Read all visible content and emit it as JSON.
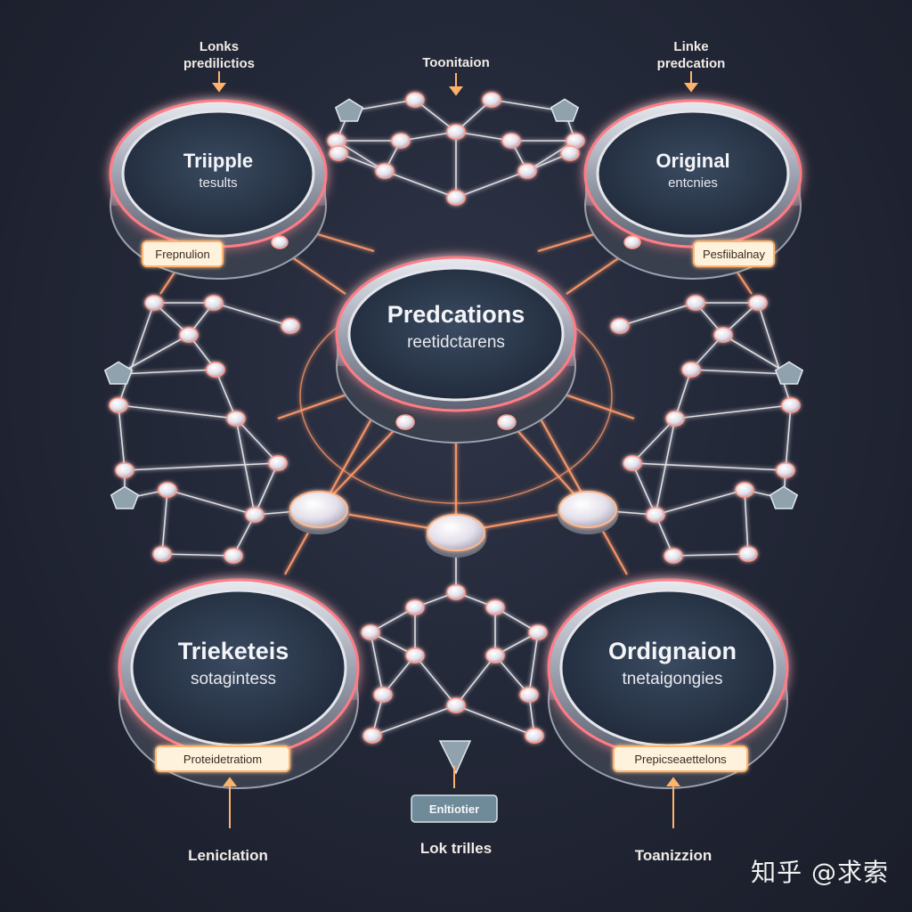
{
  "hubs": {
    "top_left": {
      "title": "Triipple",
      "subtitle": "tesults",
      "tag": "Frepnulion"
    },
    "top_right": {
      "title": "Original",
      "subtitle": "entcnies",
      "tag": "Pesfiibalnay"
    },
    "center": {
      "title": "Predcations",
      "subtitle": "reetidctarens"
    },
    "bottom_left": {
      "title": "Trieketeis",
      "subtitle": "sotagintess",
      "tag": "Proteidetratiom"
    },
    "bottom_right": {
      "title": "Ordignaion",
      "subtitle": "tnetaigongies",
      "tag": "Prepicseaettelons"
    }
  },
  "annotations": {
    "top_left": [
      "Lonks",
      "predilictios"
    ],
    "top_center": "Toonitaion",
    "top_right": [
      "Linke",
      "predcation"
    ],
    "bottom_left": "Leniclation",
    "bottom_center_box": "Enltiotier",
    "bottom_center": "Lok trilles",
    "bottom_right": "Toanizzion"
  },
  "watermark": "知乎 @求索",
  "colors": {
    "background": "#232838",
    "line_orange": "#ff9a6a",
    "glow_pink": "#ff6f7d",
    "tag_fill": "#fff2dc",
    "hub_face": "#2c3a4d",
    "metal": "#c9ccd6"
  }
}
